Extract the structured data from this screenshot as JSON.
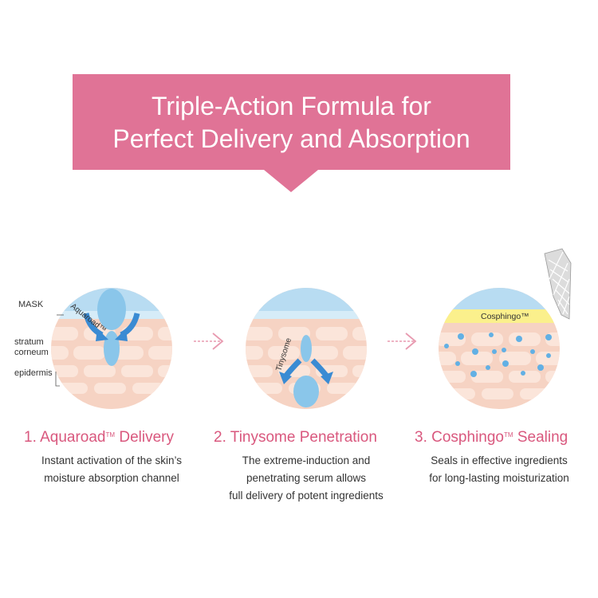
{
  "banner": {
    "title_line1": "Triple-Action Formula for",
    "title_line2": "Perfect Delivery and Absorption",
    "color": "#e07396"
  },
  "skin_labels": {
    "mask": "MASK",
    "stratum_line1": "stratum",
    "stratum_line2": "corneum",
    "epidermis": "epidermis"
  },
  "diagram_labels": {
    "aquaroad": "Aquaroad™",
    "tinysome": "Tinysome",
    "cosphingo": "Cosphingo™"
  },
  "steps": [
    {
      "number": "1.",
      "name": "Aquaroad",
      "tm": "TM",
      "action": "Delivery",
      "desc": [
        "Instant activation of the skin’s",
        "moisture absorption channel"
      ]
    },
    {
      "number": "2.",
      "name": "Tinysome Penetration",
      "desc": [
        "The extreme-induction and",
        "penetrating serum allows",
        "full delivery of potent ingredients"
      ]
    },
    {
      "number": "3.",
      "name": "Cosphingo",
      "tm": "TM",
      "action": "Sealing",
      "desc": [
        "Seals in effective ingredients",
        "for long-lasting moisturization"
      ]
    }
  ],
  "colors": {
    "accent": "#d9587e",
    "mask_blue": "#b8dcf2",
    "serum_blue": "#8ac6ea",
    "arrow_blue": "#3a8bd3",
    "skin": "#f6d3c3",
    "skin_cell": "#fbe5da",
    "sealing_yellow": "#fbf08c"
  }
}
